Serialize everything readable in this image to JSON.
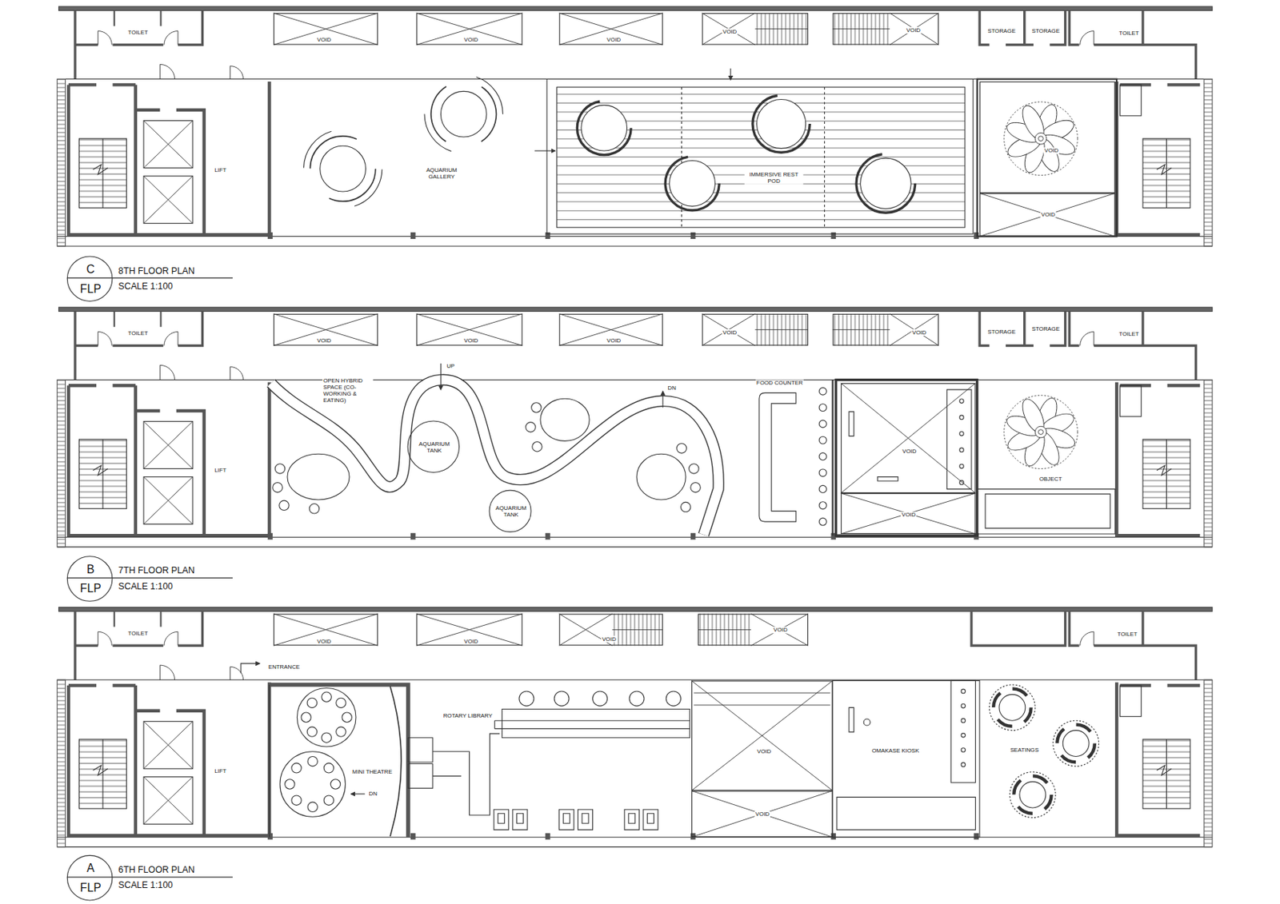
{
  "diagram": {
    "nodes": [
      {
        "text": [
          "VOID"
        ]
      },
      {
        "text": [
          "VOID"
        ]
      },
      {
        "text": [
          "VOID"
        ]
      },
      {
        "text": [
          "VOID"
        ]
      },
      {
        "text": [
          "VOID"
        ]
      },
      {
        "text": [
          "VOID"
        ]
      },
      {
        "text": [
          "VOID"
        ]
      },
      {
        "text": [
          "C",
          "FLP",
          "8TH FLOOR PLAN",
          "SCALE 1:100"
        ]
      },
      {
        "text": [
          "VOID"
        ]
      },
      {
        "text": [
          "VOID"
        ]
      },
      {
        "text": [
          "VOID"
        ]
      },
      {
        "text": [
          "VOID"
        ]
      },
      {
        "text": [
          "VOID"
        ]
      },
      {
        "text": [
          "AQUARIUM TANK"
        ]
      },
      {
        "text": [
          "AQUARIUM TANK"
        ]
      },
      {
        "text": [
          "VOID"
        ]
      },
      {
        "text": [
          "VOID"
        ]
      },
      {
        "text": [
          "B",
          "FLP",
          "7TH FLOOR PLAN",
          "SCALE 1:100"
        ]
      },
      {
        "text": [
          "VOID"
        ]
      },
      {
        "text": [
          "VOID"
        ]
      },
      {
        "text": [
          "VOID"
        ]
      },
      {
        "text": [
          "VOID"
        ]
      },
      {
        "text": [
          "VOID"
        ]
      },
      {
        "text": [
          "VOID"
        ]
      },
      {
        "text": [
          "A",
          "FLP",
          "6TH FLOOR PLAN",
          "SCALE 1:100"
        ]
      }
    ],
    "labels": [
      "TOILET",
      "STORAGE",
      "STORAGE",
      "TOILET",
      "LIFT",
      "AQUARIUM GALLERY",
      "IMMERSIVE REST POD",
      "TOILET",
      "STORAGE",
      "STORAGE",
      "TOILET",
      "LIFT",
      "OPEN HYBRID SPACE (CO-WORKING & EATING)",
      "UP",
      "DN",
      "FOOD COUNTER",
      "OBJECT",
      "TOILET",
      "TOILET",
      "ENTRANCE",
      "LIFT",
      "MINI THEATRE",
      "DN",
      "ROTARY LIBRARY",
      "OMAKASE KIOSK",
      "SEATINGS"
    ]
  }
}
